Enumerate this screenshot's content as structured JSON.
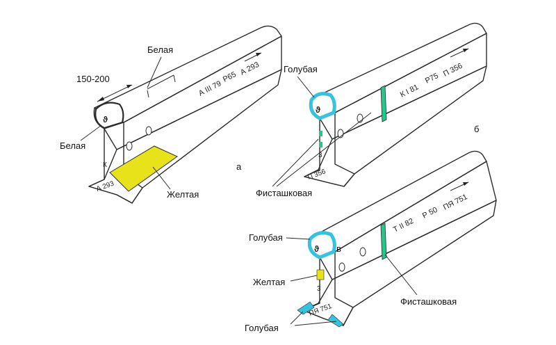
{
  "colors": {
    "white_mark": "#ffffff",
    "yellow_mark": "#e8e21a",
    "blue_mark": "#35c3df",
    "pistachio_mark": "#22c98a",
    "outline": "#2b2b2b"
  },
  "rails": [
    {
      "id": "a",
      "letter": "а",
      "label_left_top": "150-200",
      "label_top": "Белая",
      "label_head": "Белая",
      "label_bottom": "Желтая",
      "markings_text": [
        "А III 79",
        "Р65",
        "А 293"
      ],
      "web_letter": "К",
      "foot_text": "А 293"
    },
    {
      "id": "b",
      "letter": "б",
      "label_head": "Голубая",
      "label_bottom": "Фисташковая",
      "markings_text": [
        "К I 81",
        "Р75",
        "П 356"
      ],
      "web_digit": "3",
      "foot_text": "П 356"
    },
    {
      "id": "c",
      "letter": "в",
      "label_head": "Голубая",
      "label_web": "Желтая",
      "label_right": "Фисташковая",
      "label_bottom": "Голубая",
      "markings_text": [
        "Т II 82",
        "Р 50",
        "ПЯ 751"
      ],
      "web_digit": "3",
      "foot_text": "ПЯ 751"
    }
  ]
}
